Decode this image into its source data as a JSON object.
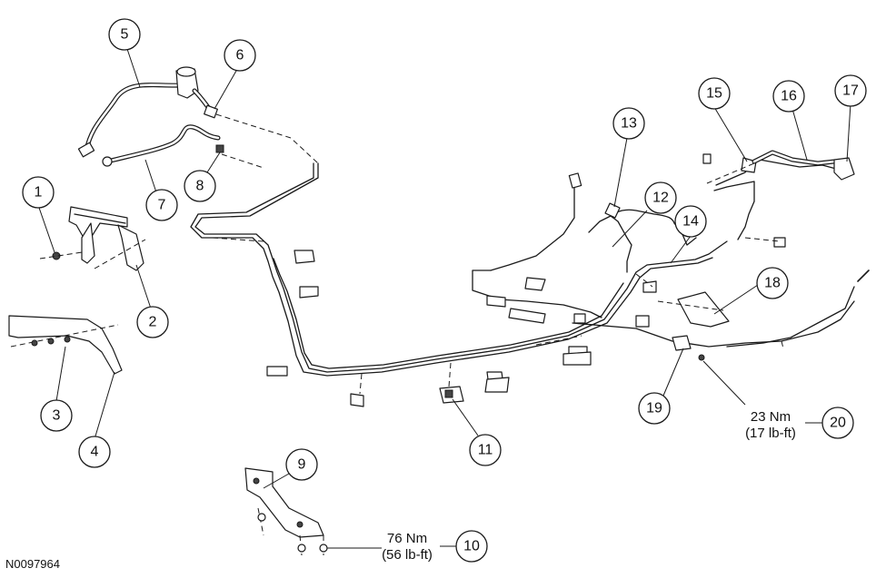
{
  "figure_id": "N0097964",
  "callouts": [
    "1",
    "2",
    "3",
    "4",
    "5",
    "6",
    "7",
    "8",
    "9",
    "10",
    "11",
    "12",
    "13",
    "14",
    "15",
    "16",
    "17",
    "18",
    "19",
    "20"
  ],
  "torque_specs": [
    {
      "callout": "20",
      "nm": "23 Nm",
      "lbft": "(17 lb-ft)"
    },
    {
      "callout": "10",
      "nm": "76 Nm",
      "lbft": "(56 lb-ft)"
    }
  ]
}
